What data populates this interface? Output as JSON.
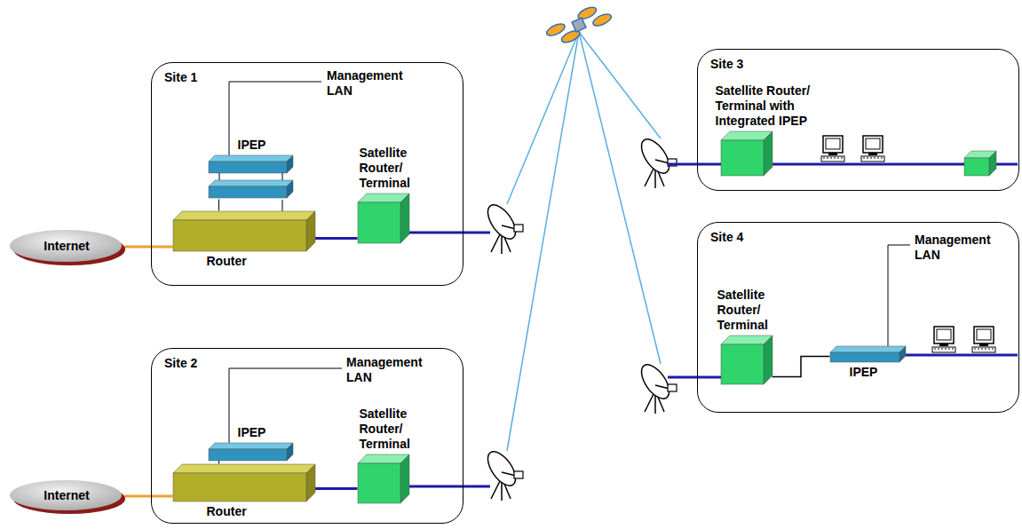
{
  "diagram": {
    "nodes": [
      {
        "text": [
          "Site 1"
        ]
      },
      {
        "text": [
          "IPEP"
        ],
        "in": 0
      },
      {
        "text": [
          "Router"
        ],
        "in": 0
      },
      {
        "text": [
          "Satellite Router/ Terminal"
        ],
        "in": 0
      },
      {
        "text": [
          "Internet"
        ]
      },
      {
        "text": [
          "Site 2"
        ]
      },
      {
        "text": [
          "IPEP"
        ],
        "in": 5
      },
      {
        "text": [
          "Router"
        ],
        "in": 5
      },
      {
        "text": [
          "Satellite Router/ Terminal"
        ],
        "in": 5
      },
      {
        "text": [
          "Internet"
        ]
      },
      {
        "text": [
          "Site 3"
        ]
      },
      {
        "text": [
          "Satellite Router/ Terminal with Integrated IPEP"
        ],
        "in": 10
      },
      {
        "text": [
          "Site 4"
        ]
      },
      {
        "text": [
          "Satellite Router/ Terminal"
        ],
        "in": 12
      },
      {
        "text": [
          "IPEP"
        ],
        "in": 12
      }
    ],
    "edges": [
      {
        "from": 4,
        "to": 2,
        "arrow": "none"
      },
      {
        "from": 1,
        "to": 2,
        "arrow": "none"
      },
      {
        "from": 2,
        "to": 3,
        "arrow": "none"
      },
      {
        "from": 9,
        "to": 7,
        "arrow": "none"
      },
      {
        "from": 6,
        "to": 7,
        "arrow": "none"
      },
      {
        "from": 7,
        "to": 8,
        "arrow": "none"
      },
      {
        "from": 13,
        "to": 14,
        "arrow": "none"
      }
    ],
    "labels": [
      "Management LAN",
      "Management LAN",
      "Management LAN"
    ]
  }
}
